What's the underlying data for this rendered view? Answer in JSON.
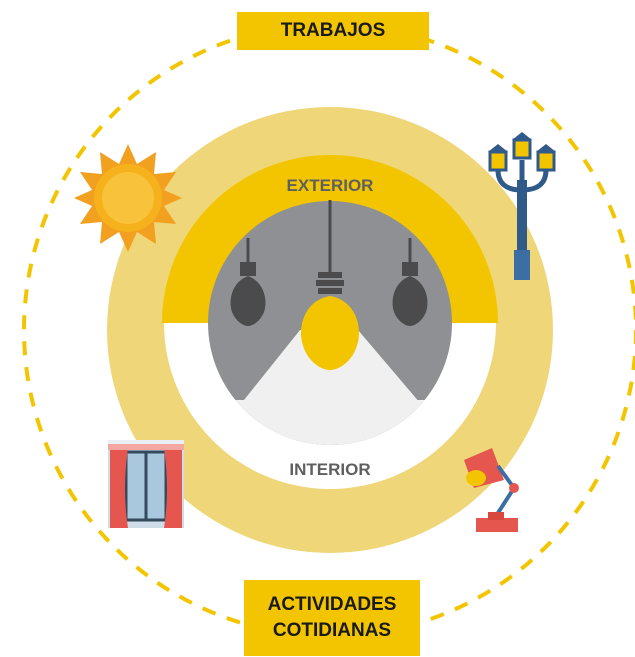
{
  "labels": {
    "top": "TRABAJOS",
    "bottom_line1": "ACTIVIDADES",
    "bottom_line2": "COTIDIANAS",
    "exterior": "EXTERIOR",
    "interior": "INTERIOR"
  },
  "icons": {
    "sun": "sun-icon",
    "street_lamp": "street-lamp-icon",
    "window_curtains": "window-curtains-icon",
    "desk_lamp": "desk-lamp-icon",
    "bulbs": "light-bulb-icon"
  },
  "colors": {
    "accent_yellow": "#f2c500",
    "outer_ring": "#efd679",
    "gray_dark": "#8f9094",
    "gray_light": "#f0f0f0",
    "bulb_off": "#4b4b4d",
    "bulb_on": "#f2c500"
  }
}
